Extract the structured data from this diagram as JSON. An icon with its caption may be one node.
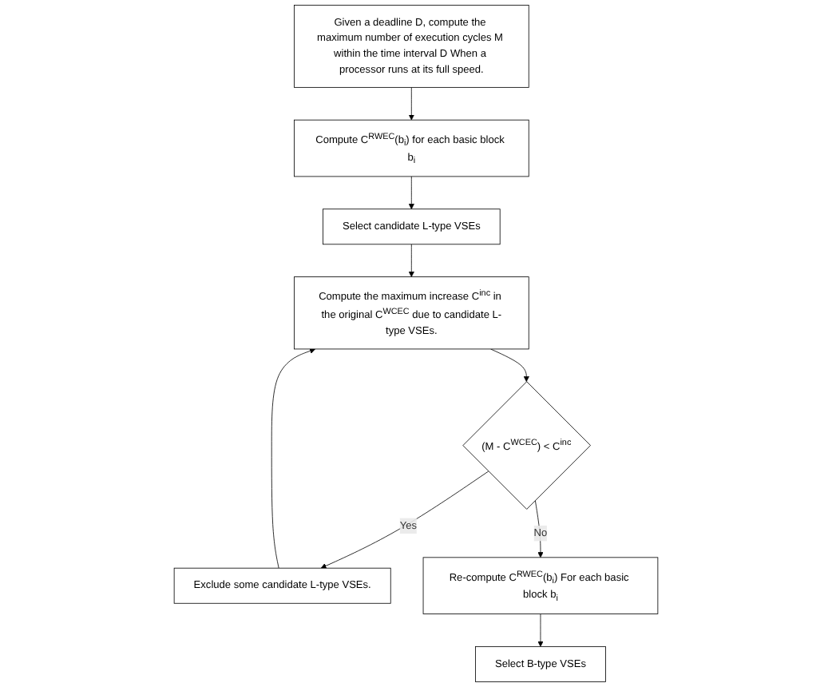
{
  "diagram": {
    "nodes": [
      {
        "text": [
          "Given a deadline D, compute the maximum number of execution cycles M within the time interval D When a processor runs at its full speed."
        ]
      },
      {
        "text": [
          "Compute C$^{RWEC}$(b$_{i}$) for each basic block b$_{i}$"
        ]
      },
      {
        "text": [
          "Select candidate L-type VSEs"
        ]
      },
      {
        "text": [
          "Compute the maximum increase C$^{inc}$ in the original C$^{WCEC}$ due to candidate L-type VSEs."
        ]
      },
      {
        "text": [
          "(M - C$^{WCEC}$) < C$^{inc}$"
        ]
      },
      {
        "text": [
          "Exclude some candidate L-type VSEs."
        ]
      },
      {
        "text": [
          "Re-compute C$^{RWEC}$(b$_{i}$) For each basic block b$_{i}$"
        ]
      },
      {
        "text": [
          "Select B-type VSEs"
        ]
      }
    ],
    "edges": [
      {
        "from": 0,
        "to": 1,
        "arrow": "to"
      },
      {
        "from": 1,
        "to": 2,
        "arrow": "to"
      },
      {
        "from": 2,
        "to": 3,
        "arrow": "to"
      },
      {
        "from": 3,
        "to": 4,
        "arrow": "to"
      },
      {
        "from": 4,
        "to": 5,
        "arrow": "to",
        "label": "Yes"
      },
      {
        "from": 4,
        "to": 6,
        "arrow": "to",
        "label": "No"
      },
      {
        "from": 5,
        "to": 3,
        "arrow": "to"
      },
      {
        "from": 6,
        "to": 7,
        "arrow": "to"
      }
    ]
  }
}
